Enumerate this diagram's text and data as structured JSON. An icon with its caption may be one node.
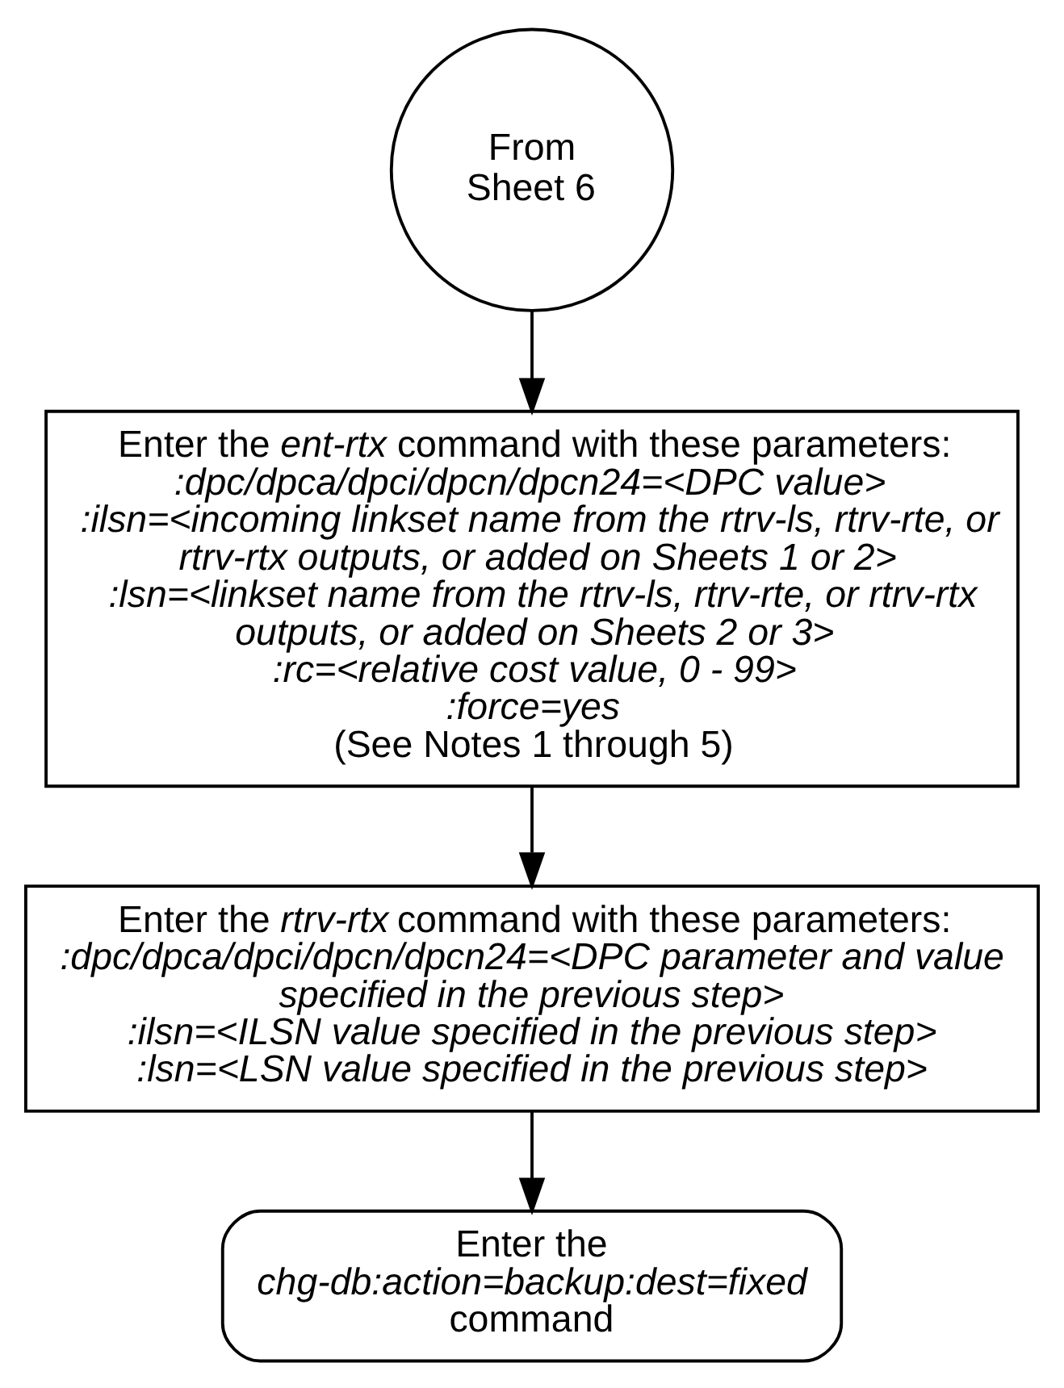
{
  "diagram": {
    "nodes": [
      {
        "text": [
          "From Sheet 6"
        ]
      },
      {
        "text": [
          "Enter the *ent-rtx* command with these parameters:",
          ":dpc/dpca/dpci/dpcn/dpcn24=<DPC value>",
          ":ilsn=<incoming linkset name from the rtrv-ls, rtrv-rte, or rtrv-rtx outputs, or added on Sheets 1 or 2>",
          ":lsn=<linkset name from the rtrv-ls, rtrv-rte, or rtrv-rtx outputs, or added on Sheets 2 or 3>",
          ":rc=<relative cost value, 0 - 99>",
          ":force=yes",
          "(See Notes 1 through 5)"
        ]
      },
      {
        "text": [
          "Enter the *rtrv-rtx* command with these parameters:",
          ":dpc/dpca/dpci/dpcn/dpcn24=<DPC parameter and value specified in the previous step>",
          ":ilsn=<ILSN value specified in the previous step>",
          ":lsn=<LSN value specified in the previous step>"
        ]
      },
      {
        "text": [
          "Enter the",
          "chg-db:action=backup:dest=fixed",
          "command"
        ]
      }
    ],
    "edges": [
      {
        "from": 0,
        "to": 1,
        "arrow": "to"
      },
      {
        "from": 1,
        "to": 2,
        "arrow": "to"
      },
      {
        "from": 2,
        "to": 3,
        "arrow": "to"
      }
    ]
  }
}
